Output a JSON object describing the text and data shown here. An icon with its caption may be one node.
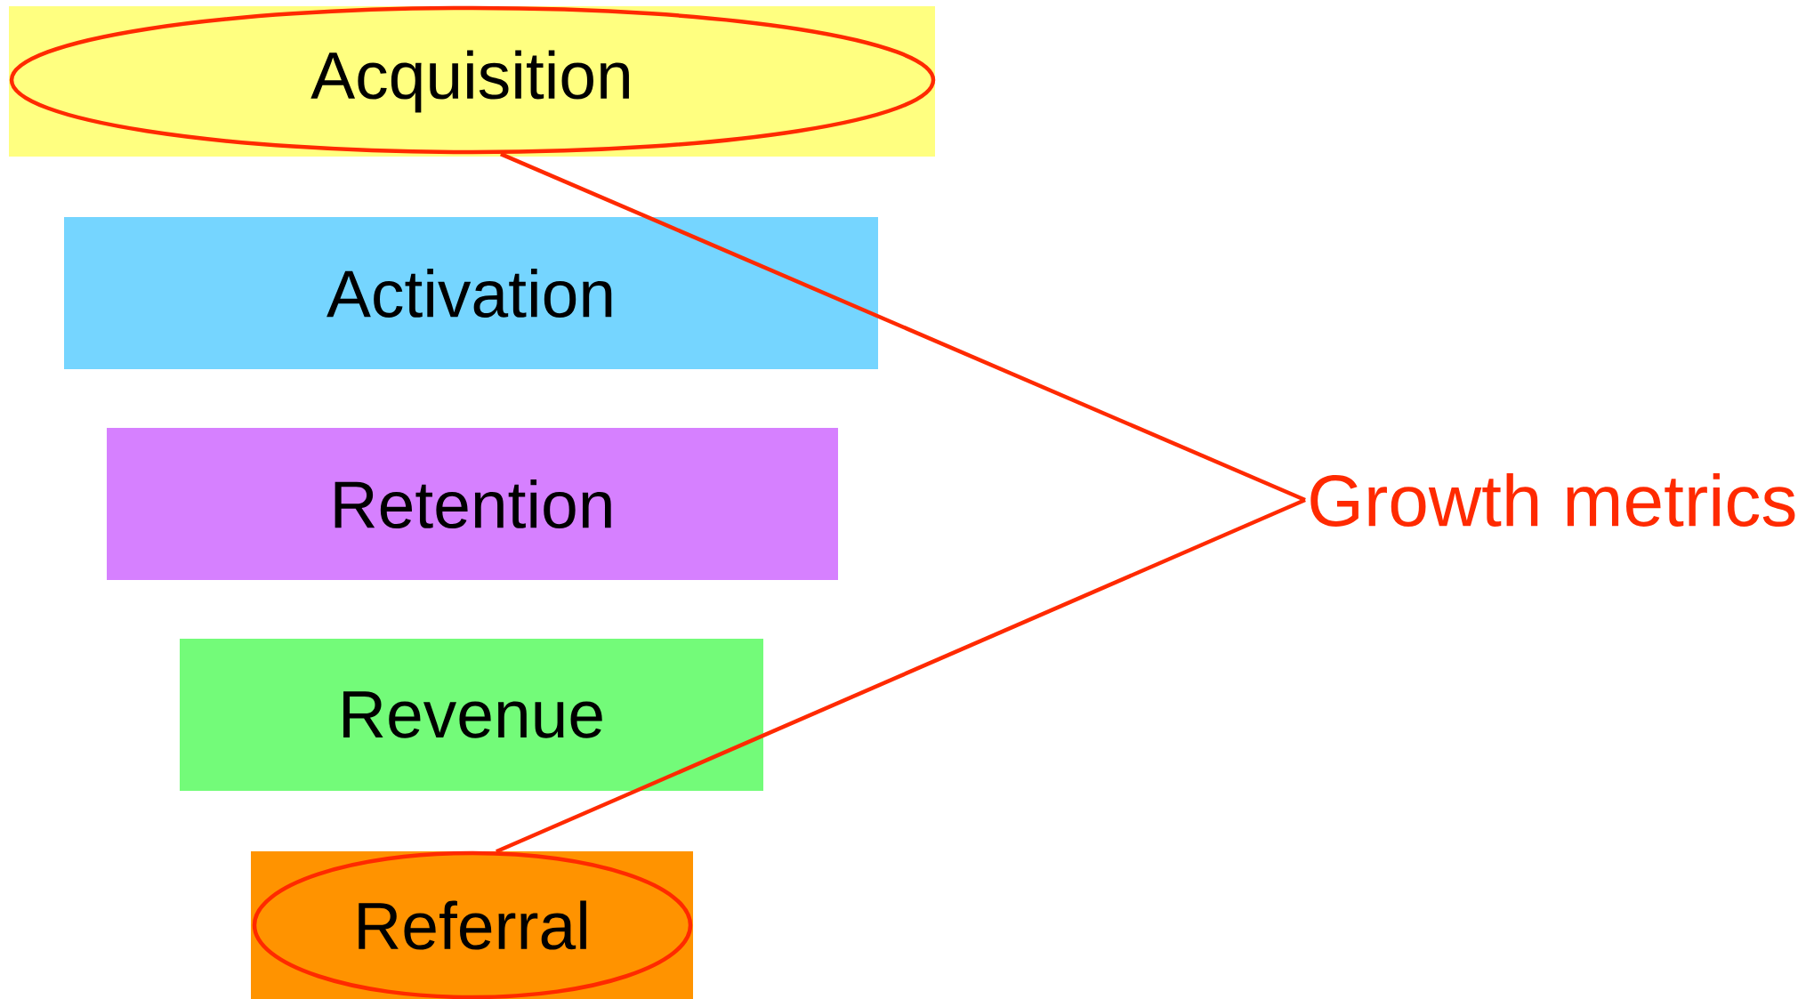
{
  "diagram": {
    "nodes": [
      {
        "text": [
          "Acquisition"
        ]
      },
      {
        "text": [
          "Activation"
        ]
      },
      {
        "text": [
          "Retention"
        ]
      },
      {
        "text": [
          "Revenue"
        ]
      },
      {
        "text": [
          "Referral"
        ]
      },
      {
        "text": [
          "Growth metrics"
        ]
      }
    ],
    "edges": [
      {
        "from": 5,
        "to": 0,
        "arrow": "none"
      },
      {
        "from": 5,
        "to": 4,
        "arrow": "none"
      }
    ]
  }
}
